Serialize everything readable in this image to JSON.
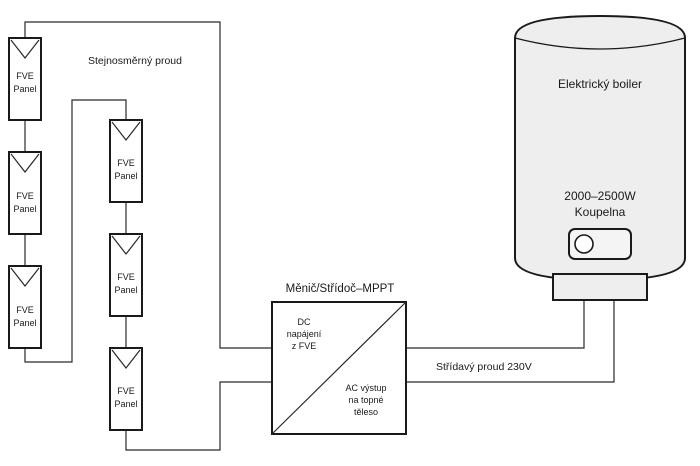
{
  "labels": {
    "dc_current": "Stejnosměrný proud",
    "ac_current": "Střídavý proud 230V",
    "inverter_title": "Měnič/Střídoč–MPPT",
    "dc_input": [
      "DC",
      "napájení",
      "z FVE"
    ],
    "ac_output": [
      "AC výstup",
      "na topné",
      "těleso"
    ],
    "boiler_title": "Elektrický boiler",
    "boiler_power": "2000–2500W",
    "boiler_location": "Koupelna"
  },
  "panels": [
    {
      "line1": "FVE",
      "line2": "Panel"
    },
    {
      "line1": "FVE",
      "line2": "Panel"
    },
    {
      "line1": "FVE",
      "line2": "Panel"
    },
    {
      "line1": "FVE",
      "line2": "Panel"
    },
    {
      "line1": "FVE",
      "line2": "Panel"
    },
    {
      "line1": "FVE",
      "line2": "Panel"
    }
  ],
  "colors": {
    "line": "#1a1a1a",
    "boiler_fill": "#eeeeee",
    "background": "#ffffff"
  }
}
